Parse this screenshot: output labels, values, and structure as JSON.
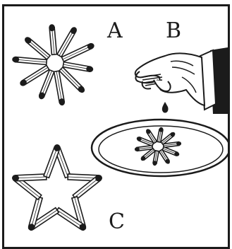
{
  "panels": [
    {
      "label": "A",
      "subject": "matches-star-burst",
      "match_count": 10
    },
    {
      "label": "B",
      "subject": "hand-dripping-water-onto-plate",
      "match_count": 10
    },
    {
      "label": "C",
      "subject": "matches-five-point-star",
      "match_count": 10
    }
  ],
  "colors": {
    "ink": "#1b1b1b",
    "paper": "#ffffff"
  }
}
